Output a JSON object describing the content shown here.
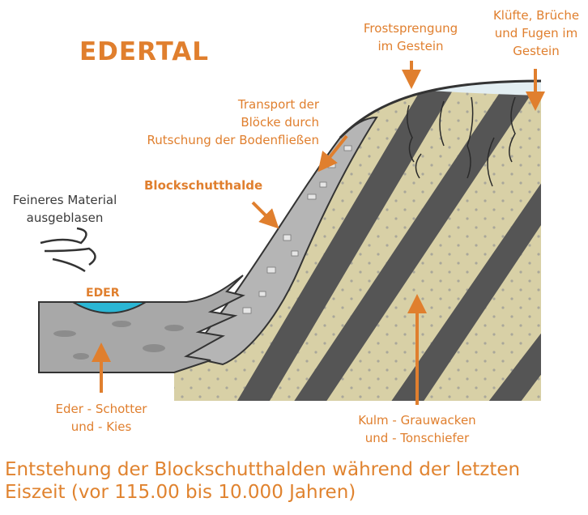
{
  "title": "EDERTAL",
  "labels": {
    "frost": [
      "Frostsprengung",
      "im Gestein"
    ],
    "kluefte": [
      "Klüfte, Brüche",
      "und Fugen im",
      "Gestein"
    ],
    "transport": [
      "Transport der",
      "Blöcke durch",
      "Rutschung der Bodenfließen"
    ],
    "halde": "Blockschutthalde",
    "wind": [
      "Feineres Material",
      "ausgeblasen"
    ],
    "river": "EDER",
    "schotter": [
      "Eder - Schotter",
      "und - Kies"
    ],
    "kulm": [
      "Kulm - Grauwacken",
      "und - Tonschiefer"
    ]
  },
  "caption": [
    "Entstehung der Blockschutthalden während der letzten",
    "Eiszeit (vor 115.00 bis 10.000 Jahren)"
  ],
  "colors": {
    "accent": "#e07f2e",
    "rock": "#d8d0a6",
    "stripe": "#555555",
    "gravel": "#a8a8a8",
    "water": "#2bb6d4"
  }
}
